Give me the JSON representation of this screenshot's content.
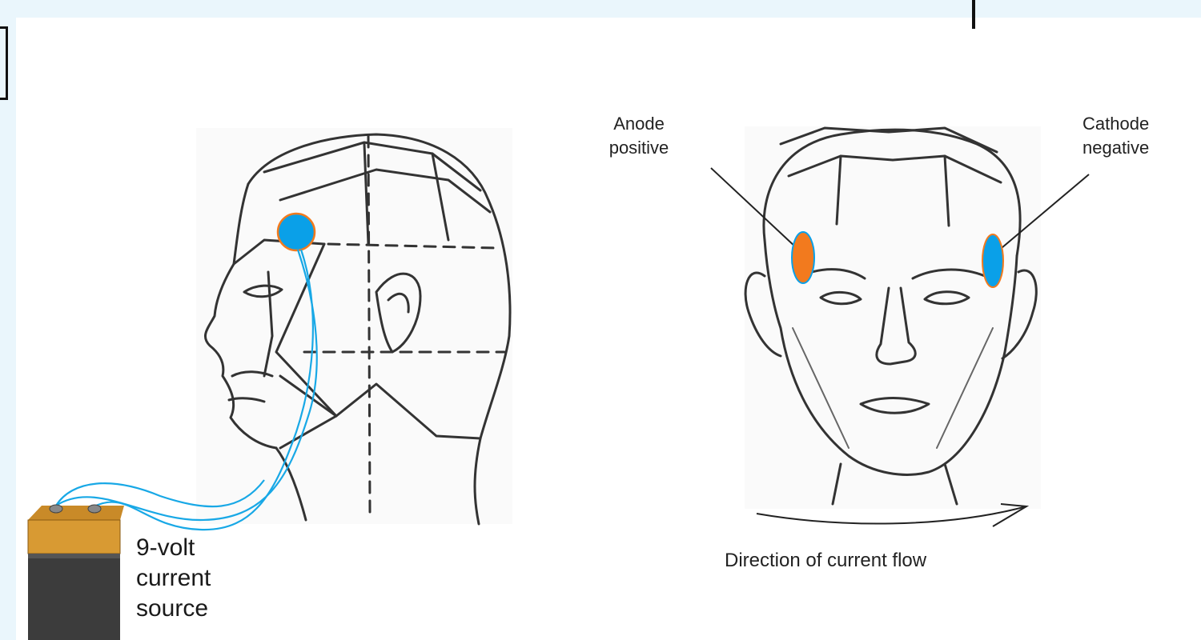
{
  "labels": {
    "battery": [
      "9-volt",
      "current",
      "source"
    ],
    "anode": [
      "Anode",
      "positive"
    ],
    "cathode": [
      "Cathode",
      "negative"
    ],
    "flow": "Direction of current flow"
  },
  "colors": {
    "background": "#eaf6fc",
    "electrode_blue": "#0aa0e8",
    "electrode_orange": "#f27a1e",
    "wire": "#18a8e6",
    "battery_top": "#d89a33",
    "battery_body": "#3c3c3c"
  }
}
